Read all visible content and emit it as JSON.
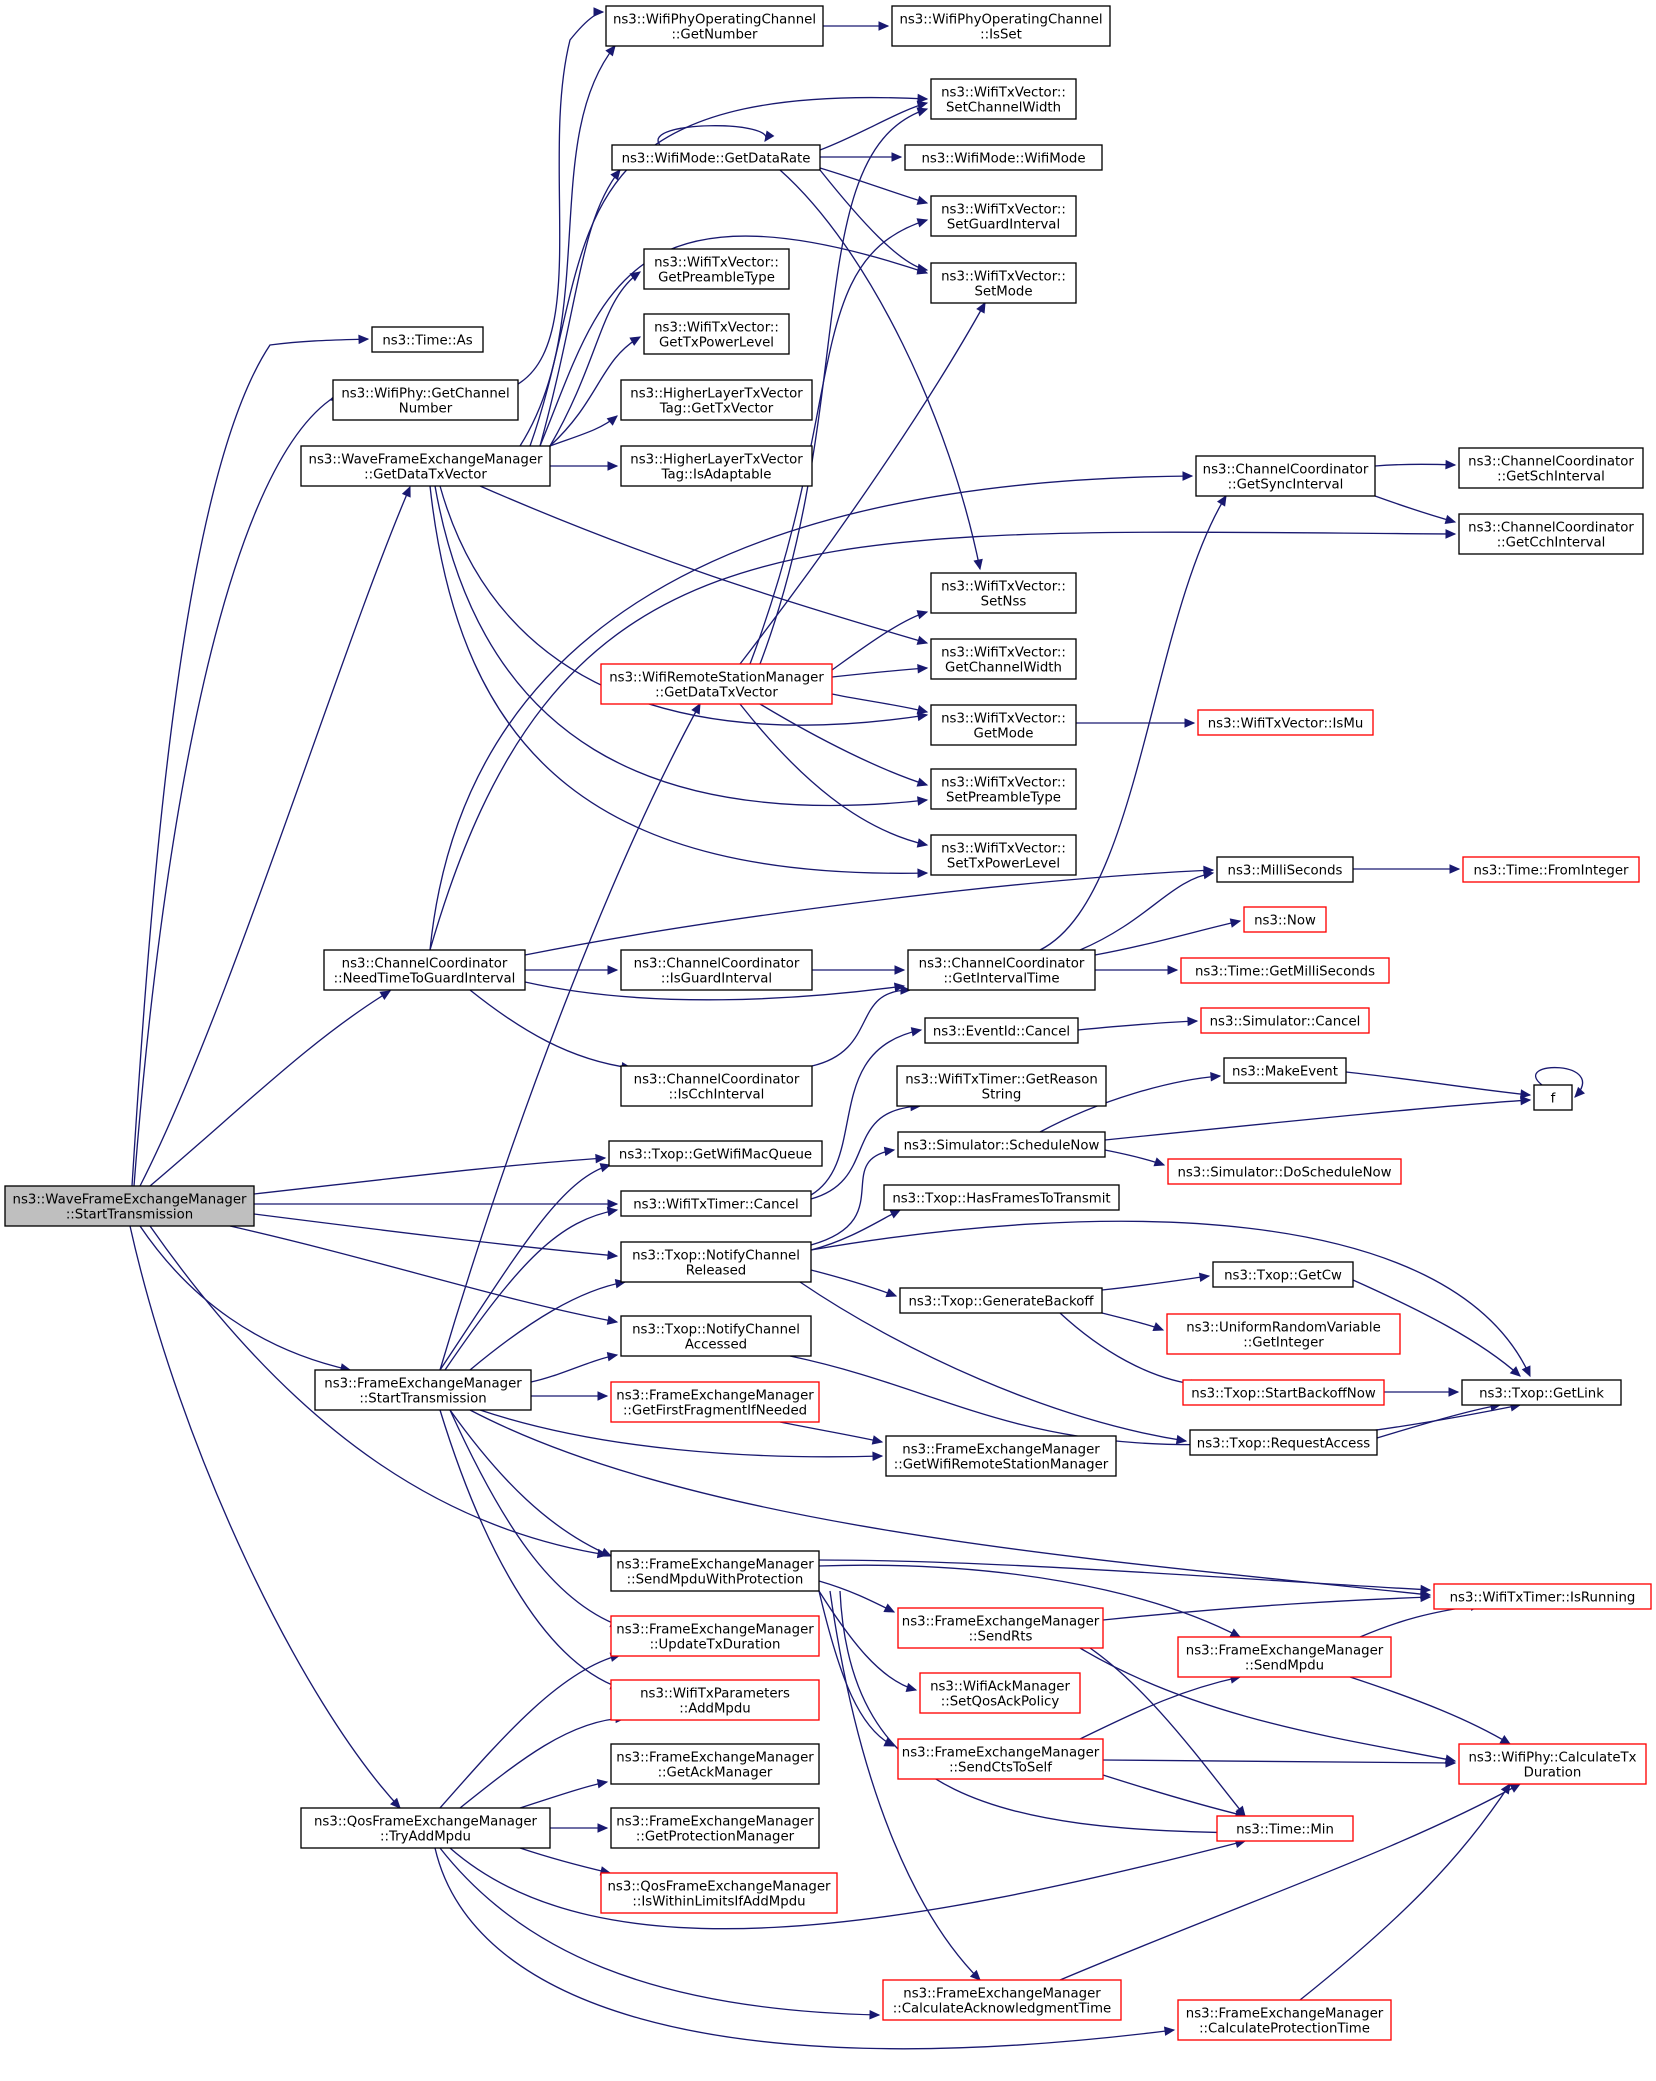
{
  "graph": {
    "colors": {
      "edge": "#191970",
      "black_border": "#000000",
      "red_border": "#ff0000",
      "root_fill": "#bfbfbf"
    },
    "nodes": [
      {
        "id": "root",
        "lines": [
          "ns3::WaveFrameExchangeManager",
          "::StartTransmission"
        ],
        "style": "root"
      },
      {
        "id": "timeAs",
        "lines": [
          "ns3::Time::As"
        ],
        "style": "black"
      },
      {
        "id": "getChanNum",
        "lines": [
          "ns3::WifiPhy::GetChannel",
          "Number"
        ],
        "style": "black"
      },
      {
        "id": "waveGetData",
        "lines": [
          "ns3::WaveFrameExchangeManager",
          "::GetDataTxVector"
        ],
        "style": "black"
      },
      {
        "id": "needTime",
        "lines": [
          "ns3::ChannelCoordinator",
          "::NeedTimeToGuardInterval"
        ],
        "style": "black"
      },
      {
        "id": "femStart",
        "lines": [
          "ns3::FrameExchangeManager",
          "::StartTransmission"
        ],
        "style": "black"
      },
      {
        "id": "qosTryAdd",
        "lines": [
          "ns3::QosFrameExchangeManager",
          "::TryAddMpdu"
        ],
        "style": "black"
      },
      {
        "id": "opGetNumber",
        "lines": [
          "ns3::WifiPhyOperatingChannel",
          "::GetNumber"
        ],
        "style": "black"
      },
      {
        "id": "opIsSet",
        "lines": [
          "ns3::WifiPhyOperatingChannel",
          "::IsSet"
        ],
        "style": "black"
      },
      {
        "id": "modeGetRate",
        "lines": [
          "ns3::WifiMode::GetDataRate"
        ],
        "style": "black"
      },
      {
        "id": "getPreamble",
        "lines": [
          "ns3::WifiTxVector::",
          "GetPreambleType"
        ],
        "style": "black"
      },
      {
        "id": "getTxPower",
        "lines": [
          "ns3::WifiTxVector::",
          "GetTxPowerLevel"
        ],
        "style": "black"
      },
      {
        "id": "tagGetTx",
        "lines": [
          "ns3::HigherLayerTxVector",
          "Tag::GetTxVector"
        ],
        "style": "black"
      },
      {
        "id": "tagIsAdapt",
        "lines": [
          "ns3::HigherLayerTxVector",
          "Tag::IsAdaptable"
        ],
        "style": "black"
      },
      {
        "id": "setChanWidth",
        "lines": [
          "ns3::WifiTxVector::",
          "SetChannelWidth"
        ],
        "style": "black"
      },
      {
        "id": "wifiModeCtor",
        "lines": [
          "ns3::WifiMode::WifiMode"
        ],
        "style": "black"
      },
      {
        "id": "setGuard",
        "lines": [
          "ns3::WifiTxVector::",
          "SetGuardInterval"
        ],
        "style": "black"
      },
      {
        "id": "setMode",
        "lines": [
          "ns3::WifiTxVector::",
          "SetMode"
        ],
        "style": "black"
      },
      {
        "id": "rsmGetData",
        "lines": [
          "ns3::WifiRemoteStationManager",
          "::GetDataTxVector"
        ],
        "style": "red"
      },
      {
        "id": "setNss",
        "lines": [
          "ns3::WifiTxVector::",
          "SetNss"
        ],
        "style": "black"
      },
      {
        "id": "getChanWidth",
        "lines": [
          "ns3::WifiTxVector::",
          "GetChannelWidth"
        ],
        "style": "black"
      },
      {
        "id": "getMode",
        "lines": [
          "ns3::WifiTxVector::",
          "GetMode"
        ],
        "style": "black"
      },
      {
        "id": "setPreamble",
        "lines": [
          "ns3::WifiTxVector::",
          "SetPreambleType"
        ],
        "style": "black"
      },
      {
        "id": "setTxPower",
        "lines": [
          "ns3::WifiTxVector::",
          "SetTxPowerLevel"
        ],
        "style": "black"
      },
      {
        "id": "isMu",
        "lines": [
          "ns3::WifiTxVector::IsMu"
        ],
        "style": "red"
      },
      {
        "id": "getSync",
        "lines": [
          "ns3::ChannelCoordinator",
          "::GetSyncInterval"
        ],
        "style": "black"
      },
      {
        "id": "getSch",
        "lines": [
          "ns3::ChannelCoordinator",
          "::GetSchInterval"
        ],
        "style": "black"
      },
      {
        "id": "getCch",
        "lines": [
          "ns3::ChannelCoordinator",
          "::GetCchInterval"
        ],
        "style": "black"
      },
      {
        "id": "milli",
        "lines": [
          "ns3::MilliSeconds"
        ],
        "style": "black"
      },
      {
        "id": "fromInt",
        "lines": [
          "ns3::Time::FromInteger"
        ],
        "style": "red"
      },
      {
        "id": "isGuard",
        "lines": [
          "ns3::ChannelCoordinator",
          "::IsGuardInterval"
        ],
        "style": "black"
      },
      {
        "id": "getIntTime",
        "lines": [
          "ns3::ChannelCoordinator",
          "::GetIntervalTime"
        ],
        "style": "black"
      },
      {
        "id": "now",
        "lines": [
          "ns3::Now"
        ],
        "style": "red"
      },
      {
        "id": "getMilli",
        "lines": [
          "ns3::Time::GetMilliSeconds"
        ],
        "style": "red"
      },
      {
        "id": "isCch",
        "lines": [
          "ns3::ChannelCoordinator",
          "::IsCchInterval"
        ],
        "style": "black"
      },
      {
        "id": "eventCancel",
        "lines": [
          "ns3::EventId::Cancel"
        ],
        "style": "black"
      },
      {
        "id": "simCancel",
        "lines": [
          "ns3::Simulator::Cancel"
        ],
        "style": "red"
      },
      {
        "id": "timerReason",
        "lines": [
          "ns3::WifiTxTimer::GetReason",
          "String"
        ],
        "style": "black"
      },
      {
        "id": "makeEvent",
        "lines": [
          "ns3::MakeEvent"
        ],
        "style": "black"
      },
      {
        "id": "f",
        "lines": [
          "f"
        ],
        "style": "black"
      },
      {
        "id": "schedNow",
        "lines": [
          "ns3::Simulator::ScheduleNow"
        ],
        "style": "black"
      },
      {
        "id": "doSched",
        "lines": [
          "ns3::Simulator::DoScheduleNow"
        ],
        "style": "red"
      },
      {
        "id": "getMacQueue",
        "lines": [
          "ns3::Txop::GetWifiMacQueue"
        ],
        "style": "black"
      },
      {
        "id": "timerCancel",
        "lines": [
          "ns3::WifiTxTimer::Cancel"
        ],
        "style": "black"
      },
      {
        "id": "hasFrames",
        "lines": [
          "ns3::Txop::HasFramesToTransmit"
        ],
        "style": "black"
      },
      {
        "id": "notifyReleased",
        "lines": [
          "ns3::Txop::NotifyChannel",
          "Released"
        ],
        "style": "black"
      },
      {
        "id": "genBackoff",
        "lines": [
          "ns3::Txop::GenerateBackoff"
        ],
        "style": "black"
      },
      {
        "id": "getCw",
        "lines": [
          "ns3::Txop::GetCw"
        ],
        "style": "black"
      },
      {
        "id": "urvGetInt",
        "lines": [
          "ns3::UniformRandomVariable",
          "::GetInteger"
        ],
        "style": "red"
      },
      {
        "id": "notifyAccessed",
        "lines": [
          "ns3::Txop::NotifyChannel",
          "Accessed"
        ],
        "style": "black"
      },
      {
        "id": "startBackoff",
        "lines": [
          "ns3::Txop::StartBackoffNow"
        ],
        "style": "red"
      },
      {
        "id": "getLink",
        "lines": [
          "ns3::Txop::GetLink"
        ],
        "style": "black"
      },
      {
        "id": "reqAccess",
        "lines": [
          "ns3::Txop::RequestAccess"
        ],
        "style": "black"
      },
      {
        "id": "getFirstFrag",
        "lines": [
          "ns3::FrameExchangeManager",
          "::GetFirstFragmentIfNeeded"
        ],
        "style": "red"
      },
      {
        "id": "getRsm",
        "lines": [
          "ns3::FrameExchangeManager",
          "::GetWifiRemoteStationManager"
        ],
        "style": "black"
      },
      {
        "id": "sendProt",
        "lines": [
          "ns3::FrameExchangeManager",
          "::SendMpduWithProtection"
        ],
        "style": "black"
      },
      {
        "id": "isRunning",
        "lines": [
          "ns3::WifiTxTimer::IsRunning"
        ],
        "style": "red"
      },
      {
        "id": "sendRts",
        "lines": [
          "ns3::FrameExchangeManager",
          "::SendRts"
        ],
        "style": "red"
      },
      {
        "id": "sendMpdu",
        "lines": [
          "ns3::FrameExchangeManager",
          "::SendMpdu"
        ],
        "style": "red"
      },
      {
        "id": "updateDur",
        "lines": [
          "ns3::FrameExchangeManager",
          "::UpdateTxDuration"
        ],
        "style": "red"
      },
      {
        "id": "addMpdu",
        "lines": [
          "ns3::WifiTxParameters",
          "::AddMpdu"
        ],
        "style": "red"
      },
      {
        "id": "setQosAck",
        "lines": [
          "ns3::WifiAckManager",
          "::SetQosAckPolicy"
        ],
        "style": "red"
      },
      {
        "id": "getAckMgr",
        "lines": [
          "ns3::FrameExchangeManager",
          "::GetAckManager"
        ],
        "style": "black"
      },
      {
        "id": "sendCts",
        "lines": [
          "ns3::FrameExchangeManager",
          "::SendCtsToSelf"
        ],
        "style": "red"
      },
      {
        "id": "calcTx",
        "lines": [
          "ns3::WifiPhy::CalculateTx",
          "Duration"
        ],
        "style": "red"
      },
      {
        "id": "getProtMgr",
        "lines": [
          "ns3::FrameExchangeManager",
          "::GetProtectionManager"
        ],
        "style": "black"
      },
      {
        "id": "timeMin",
        "lines": [
          "ns3::Time::Min"
        ],
        "style": "red"
      },
      {
        "id": "isWithin",
        "lines": [
          "ns3::QosFrameExchangeManager",
          "::IsWithinLimitsIfAddMpdu"
        ],
        "style": "red"
      },
      {
        "id": "calcAck",
        "lines": [
          "ns3::FrameExchangeManager",
          "::CalculateAcknowledgmentTime"
        ],
        "style": "red"
      },
      {
        "id": "calcProt",
        "lines": [
          "ns3::FrameExchangeManager",
          "::CalculateProtectionTime"
        ],
        "style": "red"
      }
    ]
  }
}
